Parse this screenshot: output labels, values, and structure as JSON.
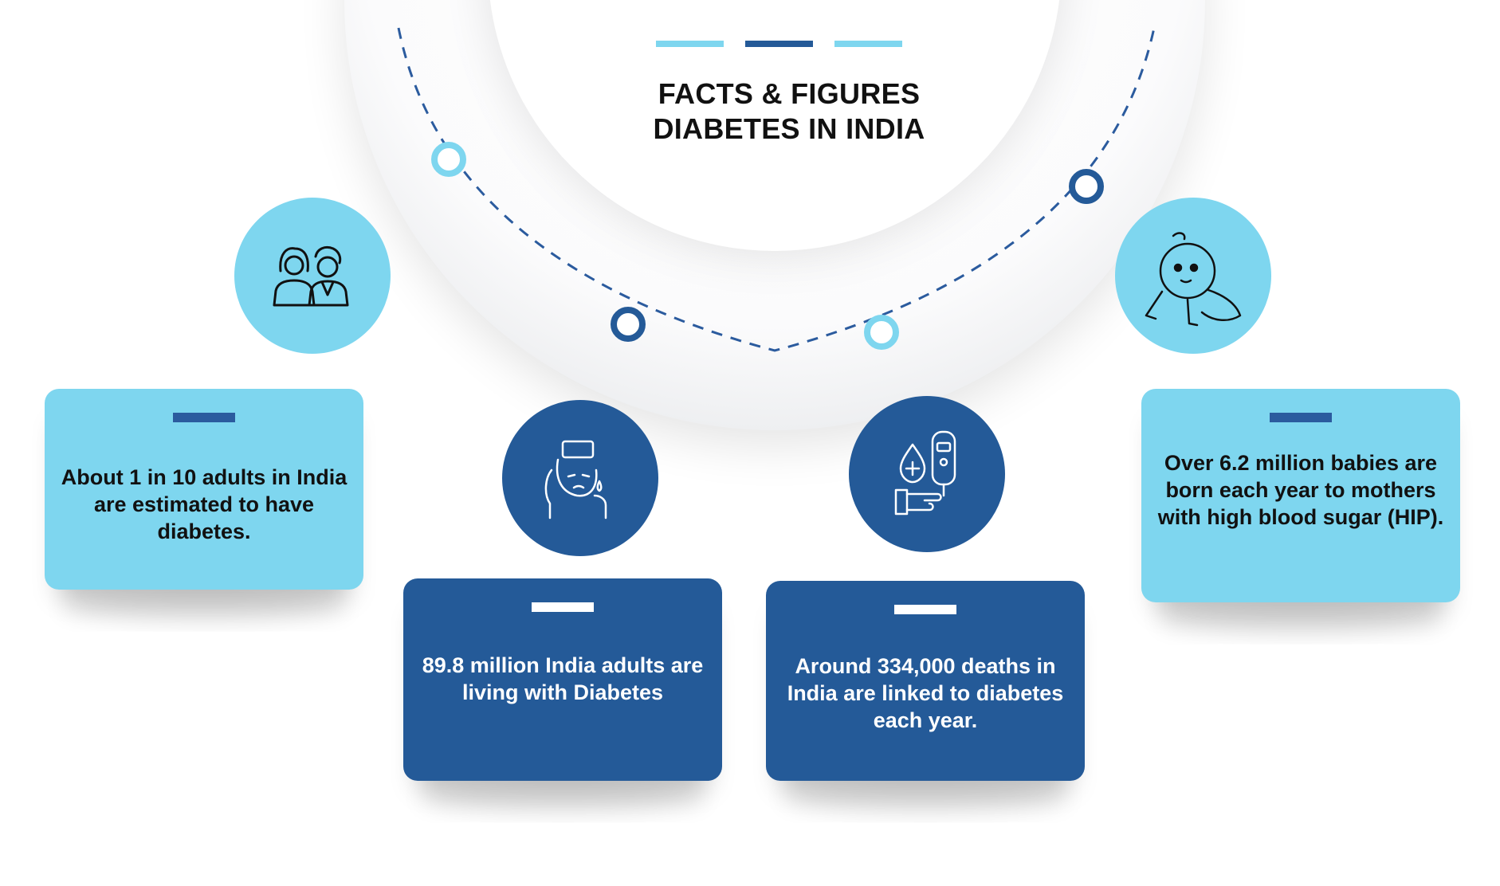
{
  "title": {
    "line1": "FACTS & FIGURES",
    "line2": "DIABETES IN INDIA"
  },
  "facts": [
    {
      "text": "About 1 in 10 adults in India are estimated to have diabetes.",
      "icon": "couple-icon"
    },
    {
      "text": "89.8 million India adults are living with Diabetes",
      "icon": "headache-person-icon"
    },
    {
      "text": "Around 334,000 deaths in India are linked to diabetes each year.",
      "icon": "glucose-meter-icon"
    },
    {
      "text": "Over 6.2 million babies are born each year to mothers with high blood sugar (HIP).",
      "icon": "crawling-baby-icon"
    }
  ],
  "colors": {
    "light_blue": "#7ed6ef",
    "dark_blue": "#245a98",
    "title_text": "#111111",
    "dash_line": "#2b5b9e"
  }
}
